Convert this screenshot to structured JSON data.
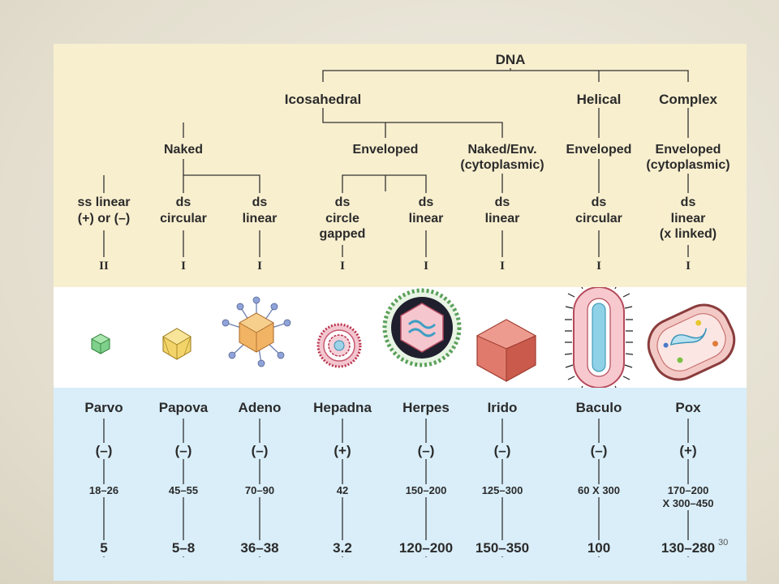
{
  "tree": {
    "root": "DNA",
    "symmetry": [
      "Icosahedral",
      "Helical",
      "Complex"
    ],
    "envelope": [
      "Naked",
      "Enveloped",
      "Naked/Env.\n(cytoplasmic)",
      "Enveloped",
      "Enveloped\n(cytoplasmic)"
    ],
    "genome": [
      "ss linear\n(+) or (–)",
      "ds\ncircular",
      "ds\nlinear",
      "ds\ncircle\ngapped",
      "ds\nlinear",
      "ds\nlinear",
      "ds\ncircular",
      "ds\nlinear\n(x linked)"
    ],
    "baltimore": [
      "II",
      "I",
      "I",
      "I",
      "I",
      "I",
      "I",
      "I"
    ]
  },
  "families": [
    {
      "name": "Parvo",
      "sense": "(–)",
      "size": "18–26",
      "genome_kb": "5"
    },
    {
      "name": "Papova",
      "sense": "(–)",
      "size": "45–55",
      "genome_kb": "5–8"
    },
    {
      "name": "Adeno",
      "sense": "(–)",
      "size": "70–90",
      "genome_kb": "36–38"
    },
    {
      "name": "Hepadna",
      "sense": "(+)",
      "size": "42",
      "genome_kb": "3.2"
    },
    {
      "name": "Herpes",
      "sense": "(–)",
      "size": "150–200",
      "genome_kb": "120–200"
    },
    {
      "name": "Irido",
      "sense": "(–)",
      "size": "125–300",
      "genome_kb": "150–350"
    },
    {
      "name": "Baculo",
      "sense": "(–)",
      "size": "60 X 300",
      "genome_kb": "100"
    },
    {
      "name": "Pox",
      "sense": "(+)",
      "size": "170–200\nX 300–450",
      "genome_kb": "130–280"
    }
  ],
  "slide_number": "30",
  "colors": {
    "tree_bg": "#f8efcf",
    "image_bg": "#ffffff",
    "data_bg": "#d9eef9",
    "line": "#333333"
  }
}
